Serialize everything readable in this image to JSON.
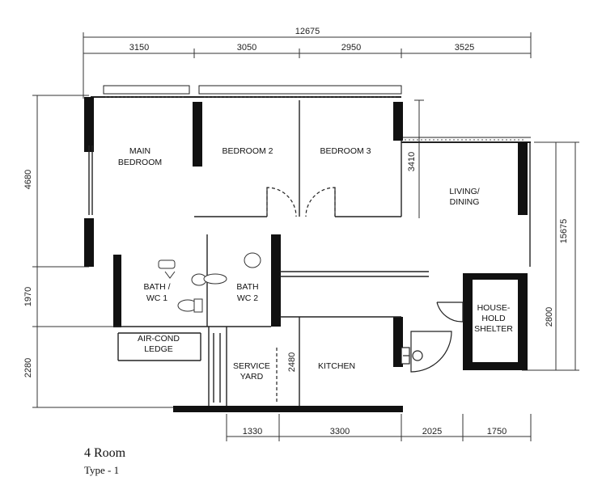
{
  "dimensions": {
    "overall_top": "12675",
    "top_segments": [
      "3150",
      "3050",
      "2950",
      "3525"
    ],
    "left_segments": [
      "4680",
      "1970",
      "2280"
    ],
    "right_inner": "3410",
    "right_overall": "15675",
    "right_lower": "2800",
    "bottom_segments": [
      "1330",
      "3300",
      "2025",
      "1750"
    ],
    "service_yard_depth": "2480"
  },
  "rooms": {
    "main_bedroom": [
      "MAIN",
      "BEDROOM"
    ],
    "bedroom_2": "BEDROOM 2",
    "bedroom_3": "BEDROOM 3",
    "living_dining": [
      "LIVING/",
      "DINING"
    ],
    "bath_wc_1": [
      "BATH /",
      "WC 1"
    ],
    "bath_wc_2": [
      "BATH",
      "WC 2"
    ],
    "household_shelter": [
      "HOUSE-",
      "HOLD",
      "SHELTER"
    ],
    "aircon_ledge": [
      "AIR-COND",
      "LEDGE"
    ],
    "service_yard": [
      "SERVICE",
      "YARD"
    ],
    "kitchen": "KITCHEN"
  },
  "caption": {
    "title": "4 Room",
    "subtitle": "Type - 1"
  }
}
